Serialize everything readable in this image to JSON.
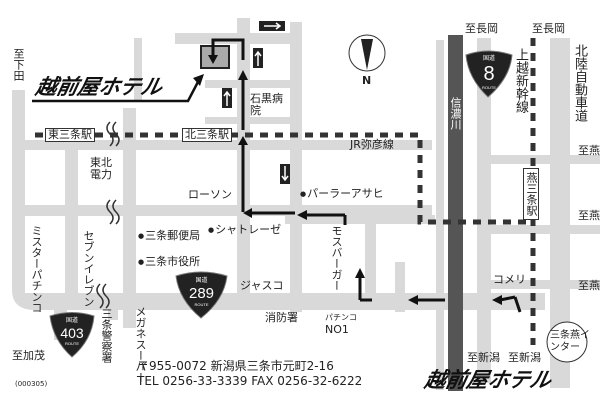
{
  "hotel_name": "越前屋ホテル",
  "stations": {
    "higashi_sanjo": "東三条駅",
    "kita_sanjo": "北三条駅",
    "tsubame_sanjo": "燕三条駅"
  },
  "railways": {
    "jr_yahiko": "JR弥彦線",
    "joetsu_shinkansen": "上越新幹線"
  },
  "highway": "北陸自動車道",
  "river": "信濃川",
  "directions": {
    "shimoda": "至下田",
    "nagaoka_1": "至長岡",
    "nagaoka_2": "至長岡",
    "tsubame_1": "至燕",
    "tsubame_2": "至燕",
    "tsubame_3": "至燕",
    "kamo": "至加茂",
    "niigata_1": "至新潟",
    "niigata_2": "至新潟"
  },
  "routes": {
    "r8": "8",
    "r289": "289",
    "r403": "403",
    "kokudo": "国道",
    "route_word": "ROUTE"
  },
  "compass": "N",
  "landmarks": {
    "ishiguro_hospital": "石黒病院",
    "tohoku_electric": "東北電力",
    "lawson": "ローソン",
    "parlor_asahi": "パーラーアサヒ",
    "mister_pachinko": "ミスターパチンコ",
    "seven_eleven": "セブンイレブン",
    "post_office": "三条郵便局",
    "chateraise": "シャトレーゼ",
    "city_hall": "三条市役所",
    "jusco": "ジャスコ",
    "fire_station": "消防署",
    "police": "三条警察署",
    "megane_super": "メガネスーパー",
    "mos_burger": "モスバーガー",
    "pachinko_no1_a": "パチンコ",
    "pachinko_no1_b": "NO1",
    "komeri": "コメリ",
    "interchange": "三条燕インター"
  },
  "address": "〒955-0072 新潟県三条市元町2-16",
  "phone": "TEL 0256-33-3339 FAX 0256-32-6222",
  "code": "(000305)"
}
